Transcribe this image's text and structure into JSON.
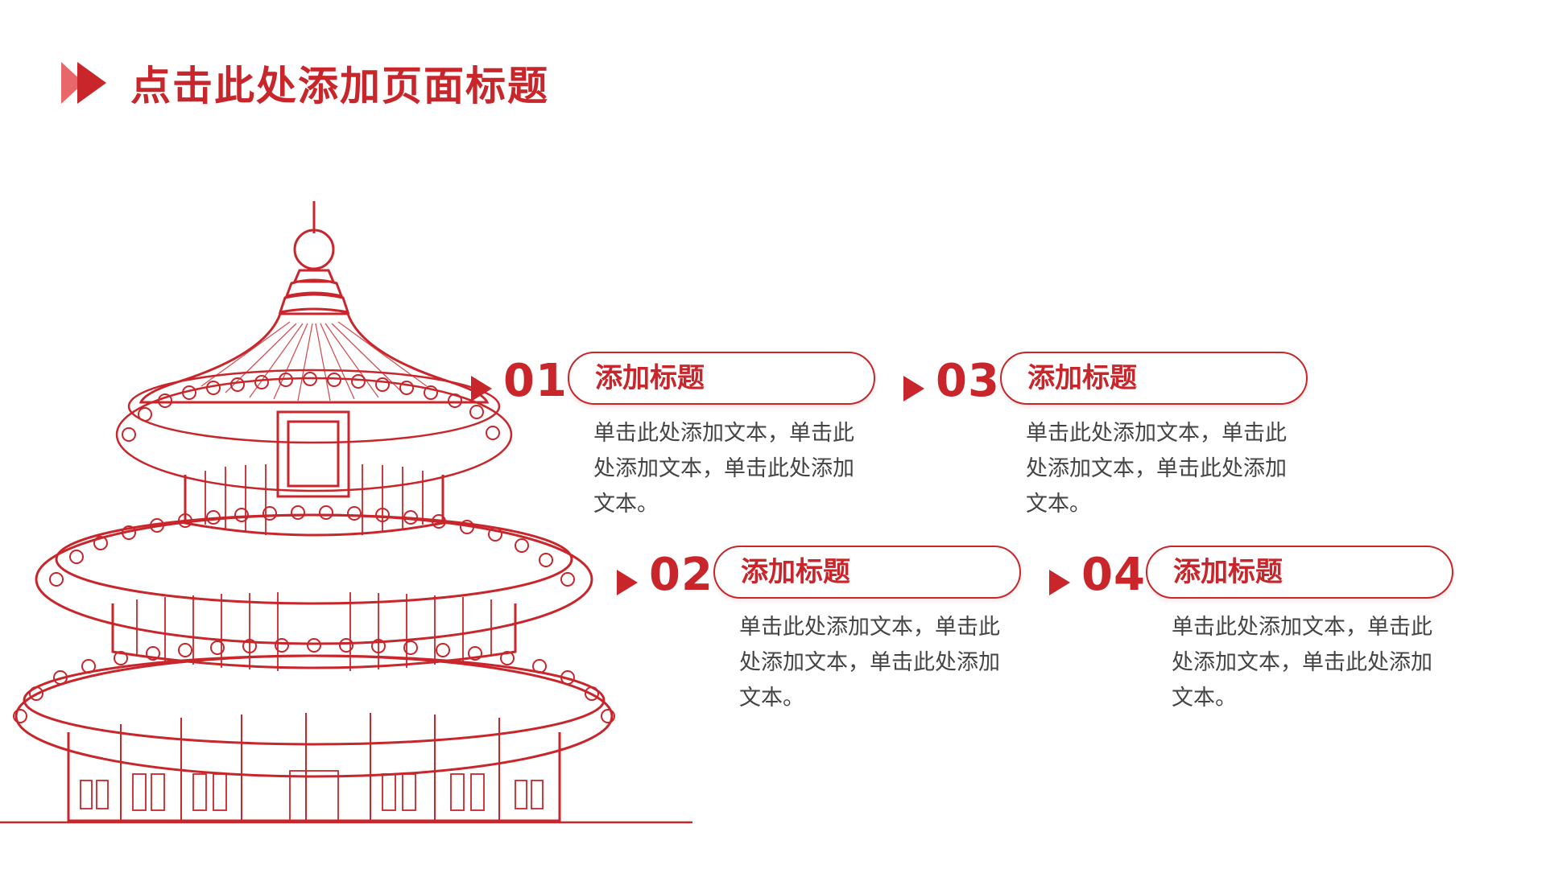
{
  "header": {
    "title": "点击此处添加页面标题",
    "accent_color": "#c8262b"
  },
  "items": [
    {
      "number": "01",
      "heading": "添加标题",
      "text": "单击此处添加文本，单击此处添加文本，单击此处添加文本。"
    },
    {
      "number": "02",
      "heading": "添加标题",
      "text": "单击此处添加文本，单击此处添加文本，单击此处添加文本。"
    },
    {
      "number": "03",
      "heading": "添加标题",
      "text": "单击此处添加文本，单击此处添加文本，单击此处添加文本。"
    },
    {
      "number": "04",
      "heading": "添加标题",
      "text": "单击此处添加文本，单击此处添加文本，单击此处添加文本。"
    }
  ],
  "illustration": {
    "icon": "temple-of-heaven-icon"
  }
}
